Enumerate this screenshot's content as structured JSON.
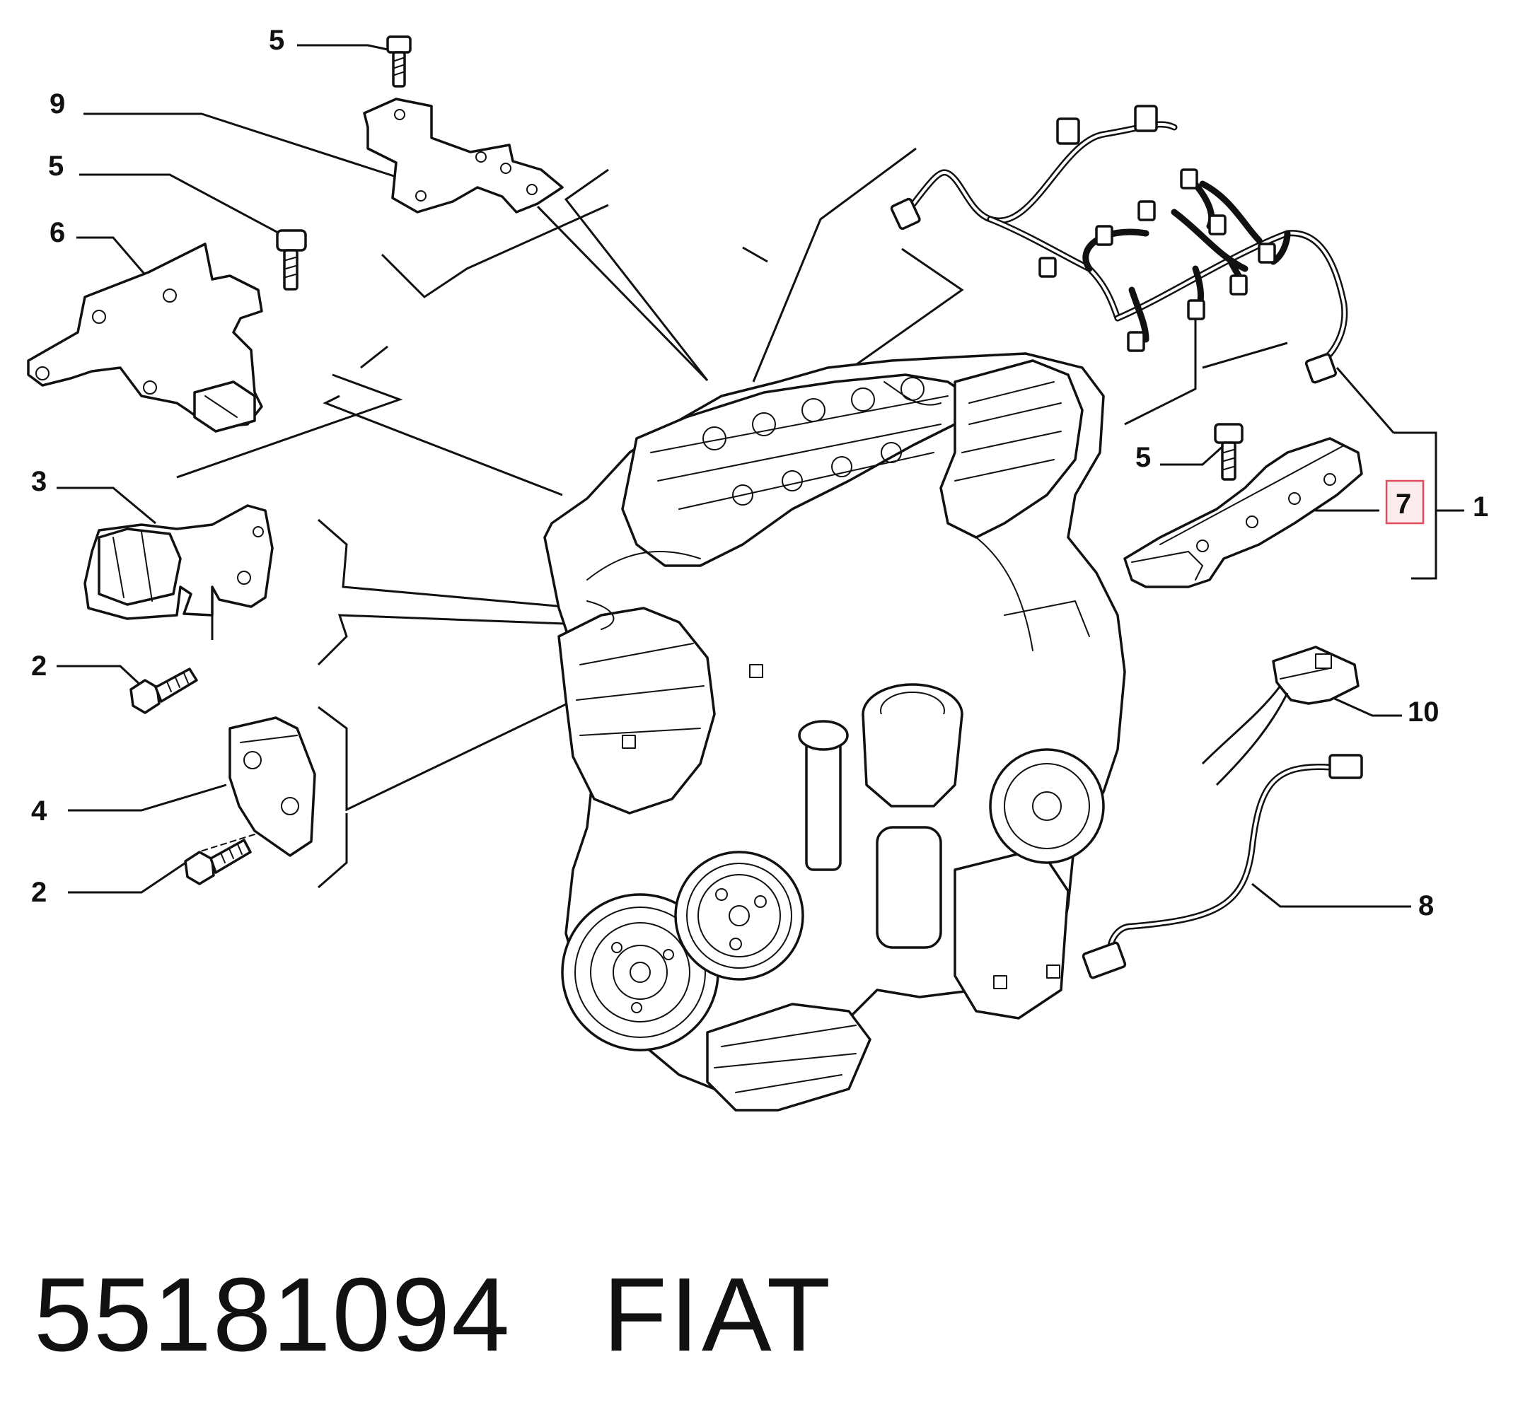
{
  "diagram": {
    "callouts": [
      {
        "id": "c-5-top",
        "label": "5"
      },
      {
        "id": "c-9",
        "label": "9"
      },
      {
        "id": "c-5-mid",
        "label": "5"
      },
      {
        "id": "c-6",
        "label": "6"
      },
      {
        "id": "c-3",
        "label": "3"
      },
      {
        "id": "c-2-upper",
        "label": "2"
      },
      {
        "id": "c-4",
        "label": "4"
      },
      {
        "id": "c-2-lower",
        "label": "2"
      },
      {
        "id": "c-5-right",
        "label": "5"
      },
      {
        "id": "c-7",
        "label": "7",
        "highlighted": true
      },
      {
        "id": "c-1",
        "label": "1"
      },
      {
        "id": "c-10",
        "label": "10"
      },
      {
        "id": "c-8",
        "label": "8"
      }
    ],
    "highlight_color": "#e04b5a"
  },
  "footer": {
    "part_number": "55181094",
    "brand": "FIAT"
  }
}
